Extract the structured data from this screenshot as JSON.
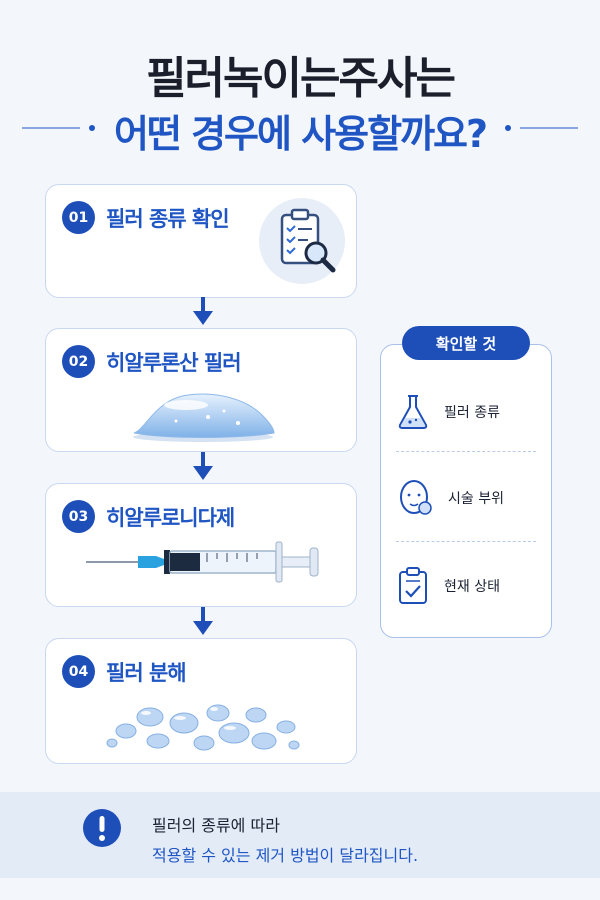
{
  "header": {
    "title_line1": "필러녹이는주사는",
    "title_line2": "어떤 경우에 사용할까요?"
  },
  "steps": [
    {
      "number": "01",
      "label": "필러 종류 확인",
      "icon": "clipboard-magnifier-icon"
    },
    {
      "number": "02",
      "label": "히알루론산 필러",
      "icon": "gel-drop-icon"
    },
    {
      "number": "03",
      "label": "히알루로니다제",
      "icon": "syringe-icon"
    },
    {
      "number": "04",
      "label": "필러 분해",
      "icon": "bubbles-icon"
    }
  ],
  "checklist": {
    "title": "확인할 것",
    "items": [
      {
        "label": "필러 종류",
        "icon": "flask-icon"
      },
      {
        "label": "시술 부위",
        "icon": "face-icon"
      },
      {
        "label": "현재 상태",
        "icon": "clipboard-check-icon"
      }
    ]
  },
  "notice": {
    "icon": "exclamation-icon",
    "line1": "필러의 종류에 따라",
    "line2": "적용할 수 있는 제거 방법이 달라집니다."
  },
  "colors": {
    "primary": "#1e4fb8",
    "accent_text": "#1f56c4",
    "background": "#f3f6fb"
  }
}
